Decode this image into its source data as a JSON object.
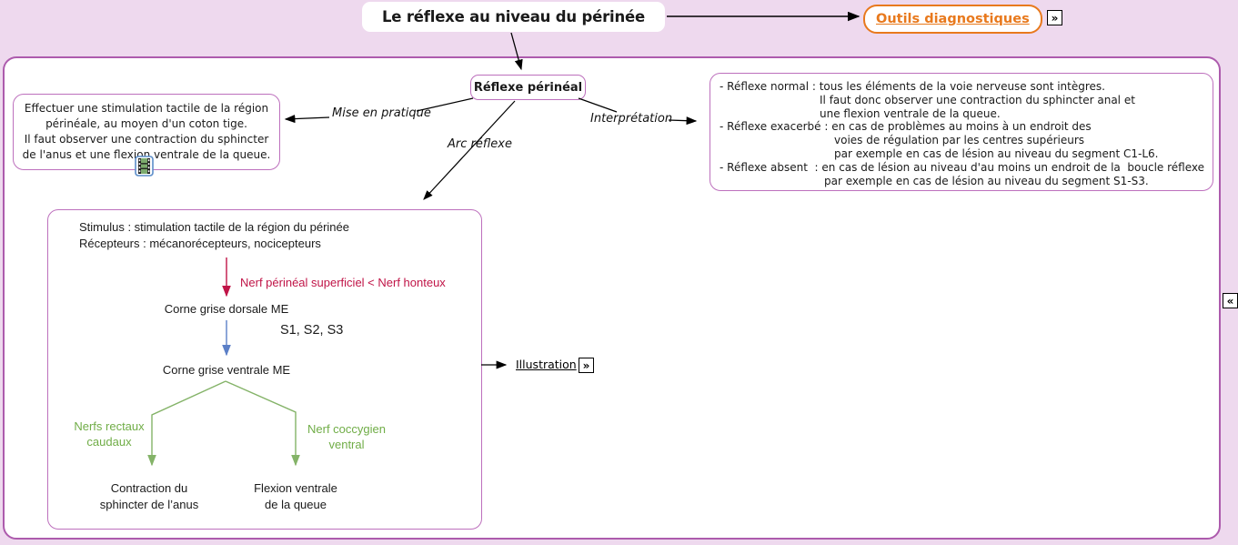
{
  "colors": {
    "page_bg": "#eed9ee",
    "container_border": "#ad5bad",
    "node_border": "#bd70bd",
    "orange_link": "#e8791d",
    "red_nerve": "#c01447",
    "blue_arrow": "#5b7fc7",
    "green_line": "#84b368",
    "green_text": "#70ad47"
  },
  "header": {
    "title": "Le réflexe au niveau du périnée",
    "outils_link": "Outils diagnostiques",
    "outils_icon_glyph": "»"
  },
  "root_node": {
    "label": "Réflexe périnéal"
  },
  "edge_labels": {
    "practice": "Mise en pratique",
    "interpretation": "Interprétation",
    "arc": "Arc réflexe"
  },
  "practice_box": {
    "lines": [
      "Effectuer une stimulation tactile de la région",
      "périnéale, au moyen d'un coton tige.",
      "Il faut observer une contraction du sphincter",
      "de l'anus et une flexion ventrale de la queue."
    ],
    "icon": "film-icon"
  },
  "interpretation_box": {
    "lines": [
      "- Réflexe normal : tous les éléments de la voie nerveuse sont intègres.",
      "Il faut donc observer une contraction du sphincter anal et",
      "une flexion ventrale de la queue.",
      "- Réflexe exacerbé : en cas de problèmes au moins à un endroit des",
      "voies de régulation par les centres supérieurs",
      "par exemple en cas de lésion au niveau du segment C1-L6.",
      "- Réflexe absent  : en cas de lésion au niveau d'au moins un endroit de la  boucle réflexe",
      "par exemple en cas de lésion au niveau du segment S1-S3."
    ]
  },
  "arc_box": {
    "stimulus": "Stimulus : stimulation tactile de la région du périnée",
    "receptors": "Récepteurs : mécanorécepteurs, nocicepteurs",
    "afferent_nerve": "Nerf périnéal superficiel < Nerf honteux",
    "dorsal_horn": "Corne grise dorsale ME",
    "segments": "S1, S2, S3",
    "ventral_horn": "Corne grise ventrale ME",
    "nerve_left": "Nerfs rectaux\ncaudaux",
    "nerve_right": "Nerf coccygien\nventral",
    "effect_left": "Contraction du\nsphincter de l’anus",
    "effect_right": "Flexion ventrale\nde la queue"
  },
  "illustration": {
    "label": "Illustration",
    "icon_glyph": "»"
  },
  "side_nav": {
    "collapse_icon_glyph": "«"
  }
}
